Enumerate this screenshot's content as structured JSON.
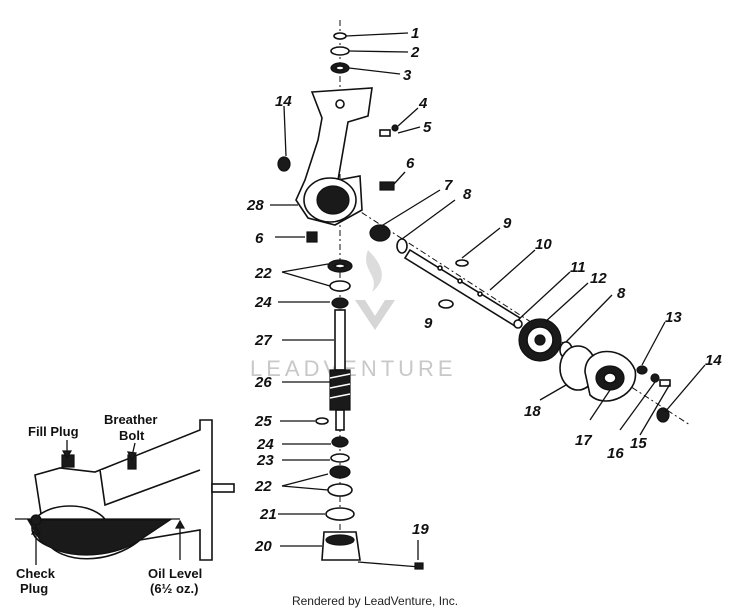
{
  "diagram": {
    "part_numbers": [
      "1",
      "2",
      "3",
      "4",
      "5",
      "6",
      "6",
      "7",
      "8",
      "8",
      "9",
      "9",
      "10",
      "11",
      "12",
      "13",
      "14",
      "14",
      "15",
      "16",
      "17",
      "18",
      "19",
      "20",
      "21",
      "22",
      "22",
      "23",
      "24",
      "24",
      "25",
      "26",
      "27",
      "28"
    ],
    "inset_labels": {
      "fill_plug": "Fill Plug",
      "breather_bolt_1": "Breather",
      "breather_bolt_2": "Bolt",
      "check_plug_1": "Check",
      "check_plug_2": "Plug",
      "oil_level_1": "Oil Level",
      "oil_level_2": "(6½ oz.)"
    },
    "watermark": "LEADVENTURE",
    "footer": "Rendered by LeadVenture, Inc."
  }
}
